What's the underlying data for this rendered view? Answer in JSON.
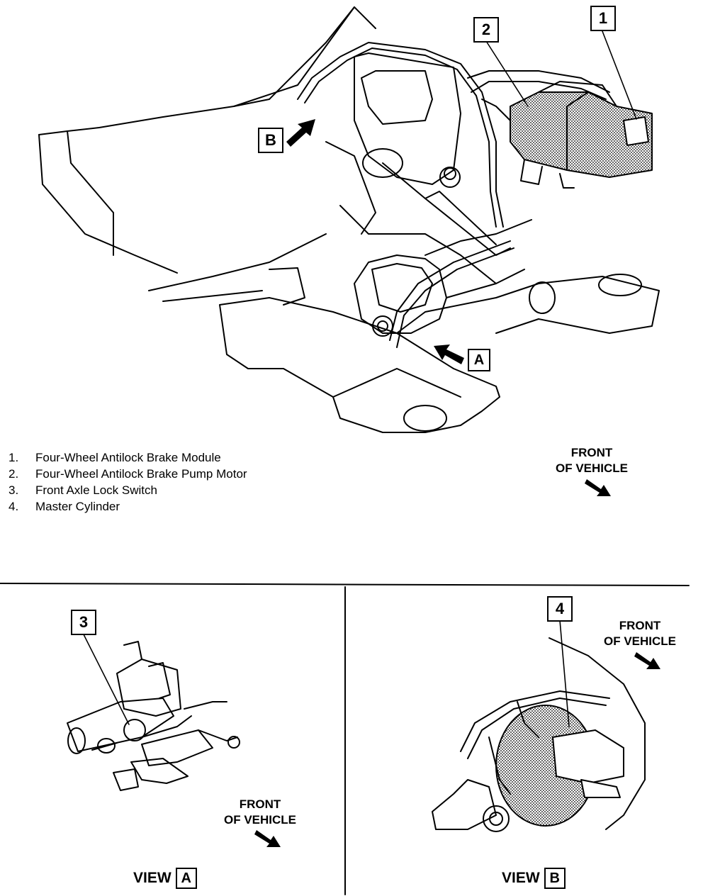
{
  "callouts": {
    "c1": "1",
    "c2": "2",
    "c3": "3",
    "c4": "4",
    "view_a_marker": "A",
    "view_b_marker": "B"
  },
  "legend": [
    {
      "num": "1.",
      "text": "Four-Wheel Antilock Brake Module"
    },
    {
      "num": "2.",
      "text": "Four-Wheel Antilock Brake Pump Motor"
    },
    {
      "num": "3.",
      "text": "Front Axle Lock Switch"
    },
    {
      "num": "4.",
      "text": "Master Cylinder"
    }
  ],
  "front_of_vehicle": {
    "line1": "FRONT",
    "line2": "OF VEHICLE"
  },
  "views": {
    "a": {
      "word": "VIEW",
      "letter": "A"
    },
    "b": {
      "word": "VIEW",
      "letter": "B"
    }
  }
}
